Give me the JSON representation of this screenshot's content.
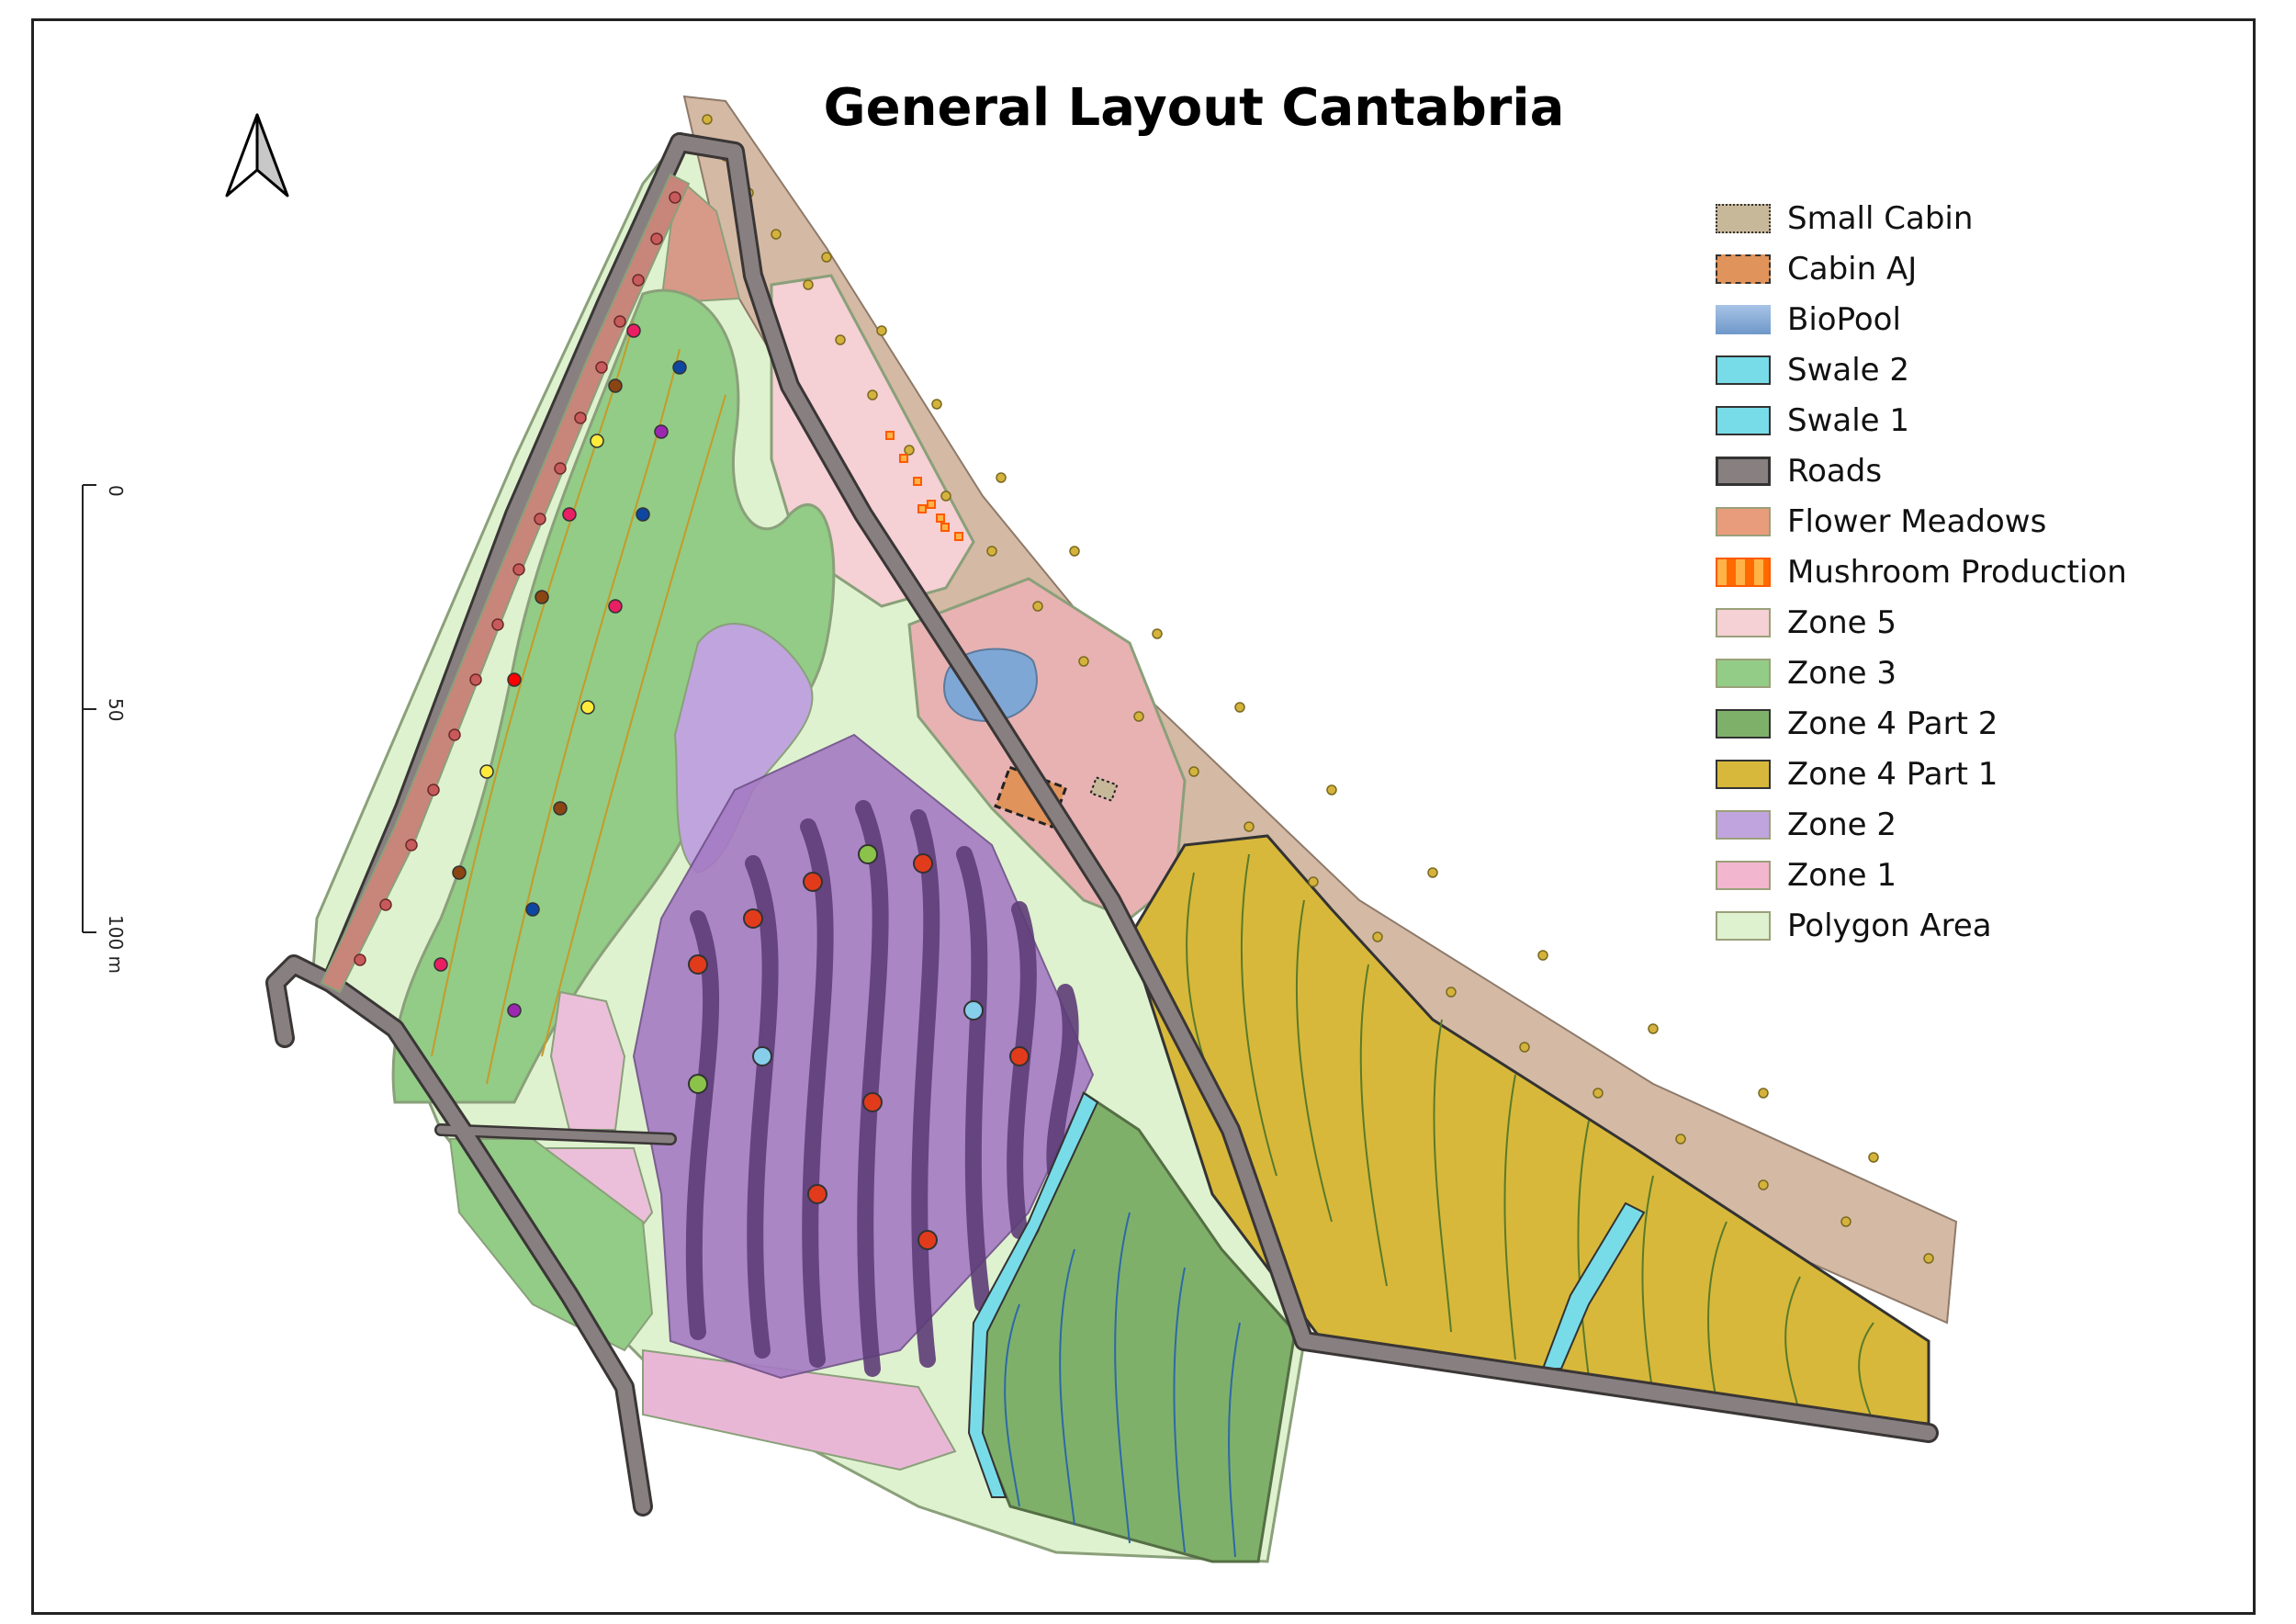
{
  "map": {
    "title": "General Layout Cantabria",
    "north_arrow_icon": "north-arrow-icon",
    "scale": {
      "ticks": [
        "0",
        "50",
        "100 m"
      ]
    },
    "colors": {
      "small_cabin": "#c8b89a",
      "cabin_aj": "#e0935a",
      "biopool": "#7fa7d6",
      "swale": "#78dce8",
      "roads": "#888080",
      "flower_meadows": "#e99c7c",
      "mushroom": "#ff7a1c",
      "zone5": "#f5d0d4",
      "zone3": "#92cc86",
      "zone4p2": "#7fb06a",
      "zone4p1": "#d7b83a",
      "zone2": "#c0a4de",
      "zone1": "#f2b6cf",
      "polygon_area": "#dff2cf"
    }
  },
  "legend": {
    "items": [
      {
        "label": "Small Cabin",
        "color": "#c8b89a",
        "style": "dotted"
      },
      {
        "label": "Cabin AJ",
        "color": "#e0935a",
        "style": "dashed"
      },
      {
        "label": "BioPool",
        "color": "#7fa7d6",
        "style": "none"
      },
      {
        "label": "Swale 2",
        "color": "#78dce8",
        "style": "solid"
      },
      {
        "label": "Swale 1",
        "color": "#78dce8",
        "style": "solid"
      },
      {
        "label": "Roads",
        "color": "#888080",
        "style": "solid"
      },
      {
        "label": "Flower Meadows",
        "color": "#e99c7c",
        "style": "solid"
      },
      {
        "label": "Mushroom Production",
        "color": "#ff7a1c",
        "style": "pattern"
      },
      {
        "label": "Zone 5",
        "color": "#f5d0d4",
        "style": "solid"
      },
      {
        "label": "Zone 3",
        "color": "#92cc86",
        "style": "solid"
      },
      {
        "label": "Zone 4 Part 2",
        "color": "#7fb06a",
        "style": "solid"
      },
      {
        "label": "Zone 4 Part 1",
        "color": "#d7b83a",
        "style": "solid"
      },
      {
        "label": "Zone 2",
        "color": "#c0a4de",
        "style": "solid"
      },
      {
        "label": "Zone 1",
        "color": "#f2b6cf",
        "style": "solid"
      },
      {
        "label": "Polygon Area",
        "color": "#dff2cf",
        "style": "solid"
      }
    ]
  }
}
